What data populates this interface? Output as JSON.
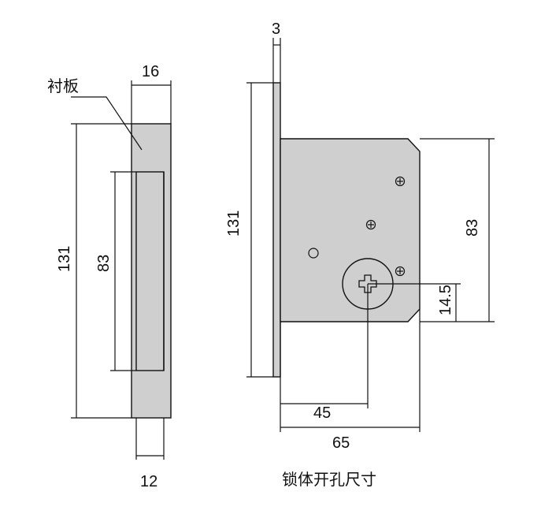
{
  "labels": {
    "liner_plate": "衬板",
    "caption": "锁体开孔尺寸"
  },
  "dimensions": {
    "side_width": "16",
    "side_height": "131",
    "side_inner_height": "83",
    "side_bottom_width": "12",
    "front_thickness": "3",
    "front_height": "131",
    "body_height": "83",
    "hole_offset": "14.5",
    "hole_distance": "45",
    "body_depth": "65"
  },
  "colors": {
    "part_fill": "#cfcfcf",
    "line": "#111111"
  },
  "icons": [
    "screw-icon",
    "cylinder-hole-icon"
  ]
}
